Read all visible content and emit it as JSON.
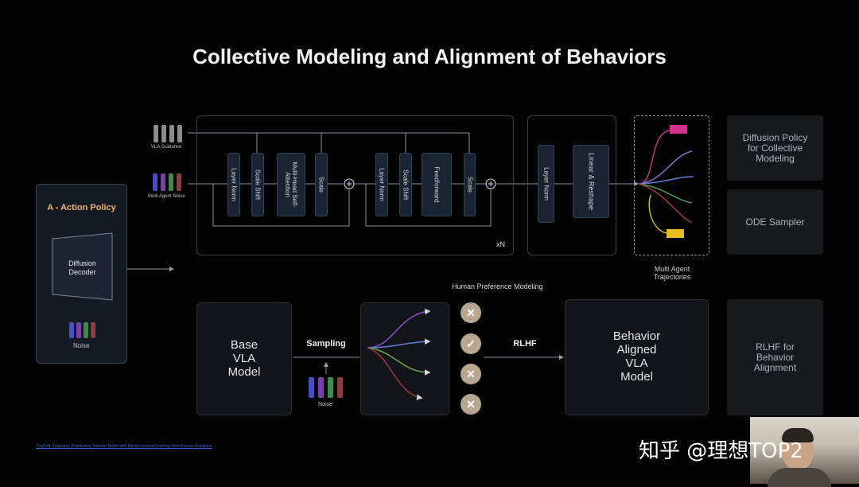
{
  "title": "Collective Modeling and Alignment of Behaviors",
  "action_policy": {
    "heading": "A - Action Policy",
    "decoder": "Diffusion\nDecoder",
    "noise": "Noise"
  },
  "inputs": {
    "vla_guidance": "VLA Guidance",
    "multi_agent_noise": "Multi Agent Noise"
  },
  "transformer": {
    "blocks": [
      "Layer Norm",
      "Scale Shift",
      "Multi-Head Self-Attention",
      "Scale",
      "Layer Norm",
      "Scale Shift",
      "Feedforward",
      "Scale"
    ],
    "repeat": "xN"
  },
  "output_head": {
    "blocks": [
      "Layer Norm",
      "Linear & Reshape"
    ]
  },
  "trajectories_label": "Multi Agent\nTrajectories",
  "human_pref_label": "Human Preference Modeling",
  "base_model": "Base\nVLA\nModel",
  "sampling_label": "Sampling",
  "sampling_noise": "Noise",
  "rlhf_label": "RLHF",
  "aligned_model": "Behavior\nAligned\nVLA\nModel",
  "preference_marks": [
    "✕",
    "✓",
    "✕",
    "✕"
  ],
  "side_labels": {
    "diffusion_policy": "Diffusion Policy\nfor Collective\nModeling",
    "ode_sampler": "ODE Sampler",
    "rlhf_alignment": "RLHF for\nBehavior\nAlignment"
  },
  "footnote": "TrajSoft: Trajectory Distribution Transfer Model with Reinforcement Learning from Human Feedback",
  "watermark": "知乎 @理想TOP2"
}
